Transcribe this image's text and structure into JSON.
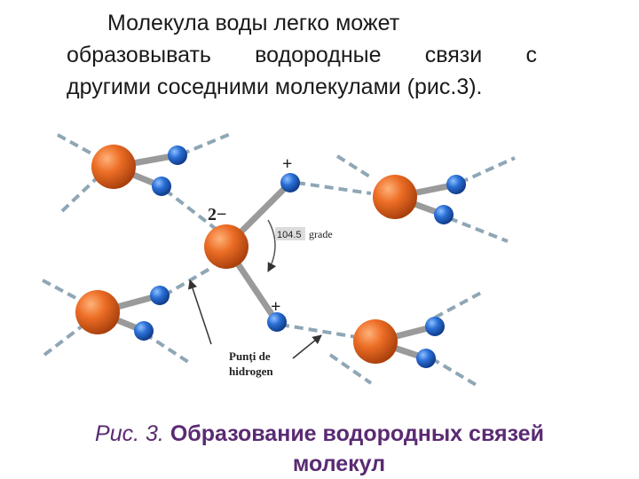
{
  "intro": {
    "line1": "Молекула воды легко может",
    "line2_words": [
      "образовывать",
      "водородные",
      "связи",
      "с"
    ],
    "line3": "другими соседними молекулами (рис.3)."
  },
  "diagram": {
    "charge_plus_top": "+",
    "charge_minus": "2−",
    "charge_plus_bottom": "+",
    "angle_value": "104.5",
    "angle_unit": "grade",
    "bond_label_line1": "Punţi de",
    "bond_label_line2": "hidrogen",
    "colors": {
      "oxygen": "#e0621e",
      "hydrogen": "#1f5fbf",
      "covalent_bond": "#9a9a9a",
      "hydrogen_bond": "#8fa6b5"
    }
  },
  "caption": {
    "label": "Рис. 3.",
    "line1": "Образование водородных связей",
    "line2": "молекул"
  }
}
